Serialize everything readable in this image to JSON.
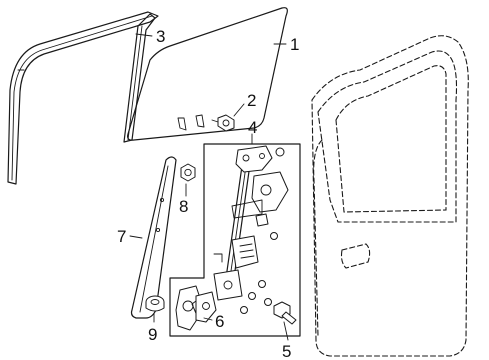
{
  "callouts": [
    {
      "id": "part-1",
      "text": "1"
    },
    {
      "id": "part-2",
      "text": "2"
    },
    {
      "id": "part-3",
      "text": "3"
    },
    {
      "id": "part-4",
      "text": "4"
    },
    {
      "id": "part-5",
      "text": "5"
    },
    {
      "id": "part-6",
      "text": "6"
    },
    {
      "id": "part-7",
      "text": "7"
    },
    {
      "id": "part-8",
      "text": "8"
    },
    {
      "id": "part-9",
      "text": "9"
    }
  ]
}
